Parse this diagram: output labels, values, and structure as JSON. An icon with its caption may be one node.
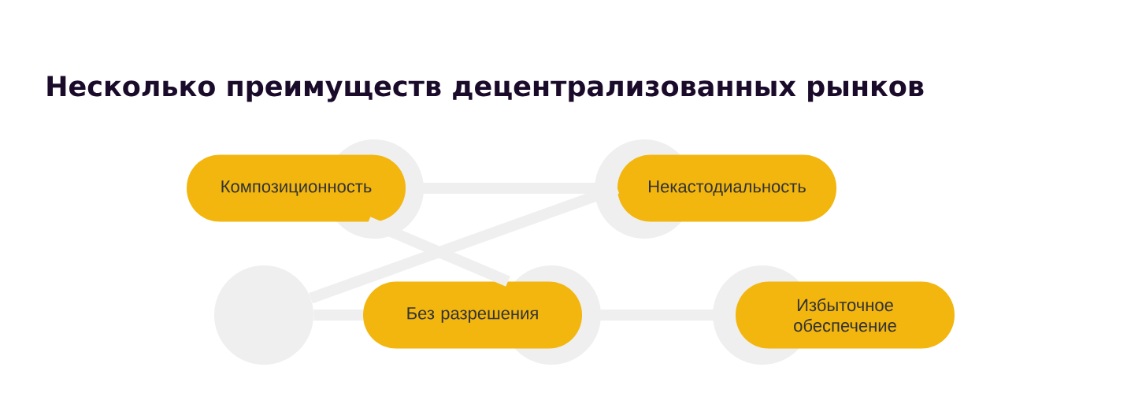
{
  "diagram": {
    "title": "Несколько преимуществ децентрализованных рынков",
    "nodes": [
      {
        "text": [
          "Композиционность"
        ]
      },
      {
        "text": [
          "Некастодиальность"
        ]
      },
      {
        "text": [],
        "shape": "circle"
      },
      {
        "text": [
          "Без разрешения"
        ]
      },
      {
        "text": [
          "Избыточное обеспечение"
        ]
      }
    ],
    "edges": [
      {
        "from": 0,
        "to": 1,
        "arrow": "none"
      },
      {
        "from": 0,
        "to": 3,
        "arrow": "none"
      },
      {
        "from": 1,
        "to": 2,
        "arrow": "none"
      },
      {
        "from": 2,
        "to": 3,
        "arrow": "none"
      },
      {
        "from": 3,
        "to": 4,
        "arrow": "none"
      }
    ]
  }
}
